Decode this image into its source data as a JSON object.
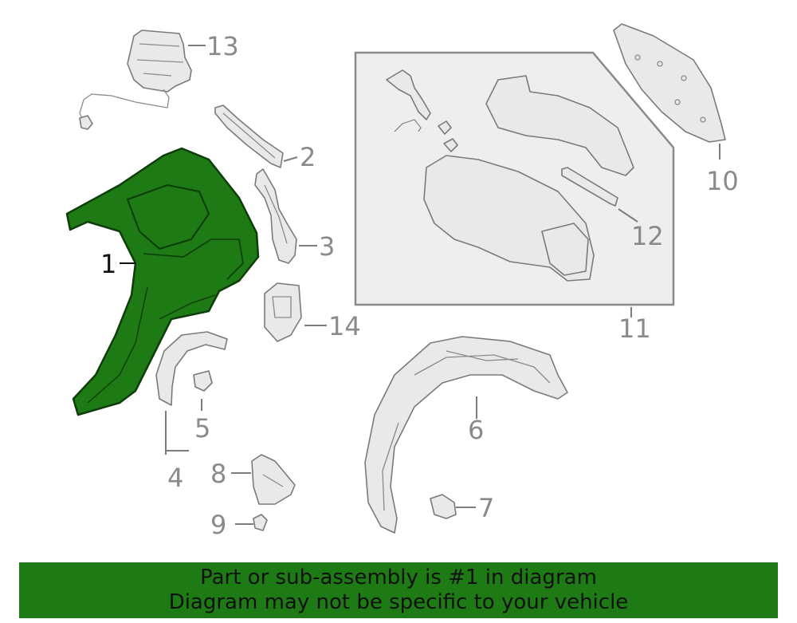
{
  "callouts": {
    "c1": "1",
    "c2": "2",
    "c3": "3",
    "c4": "4",
    "c5": "5",
    "c6": "6",
    "c7": "7",
    "c8": "8",
    "c9": "9",
    "c10": "10",
    "c11": "11",
    "c12": "12",
    "c13": "13",
    "c14": "14"
  },
  "highlight_color": "#1e7a14",
  "banner": {
    "line1": "Part or sub-assembly is #1 in diagram",
    "line2": "Diagram may not be specific to your vehicle"
  }
}
